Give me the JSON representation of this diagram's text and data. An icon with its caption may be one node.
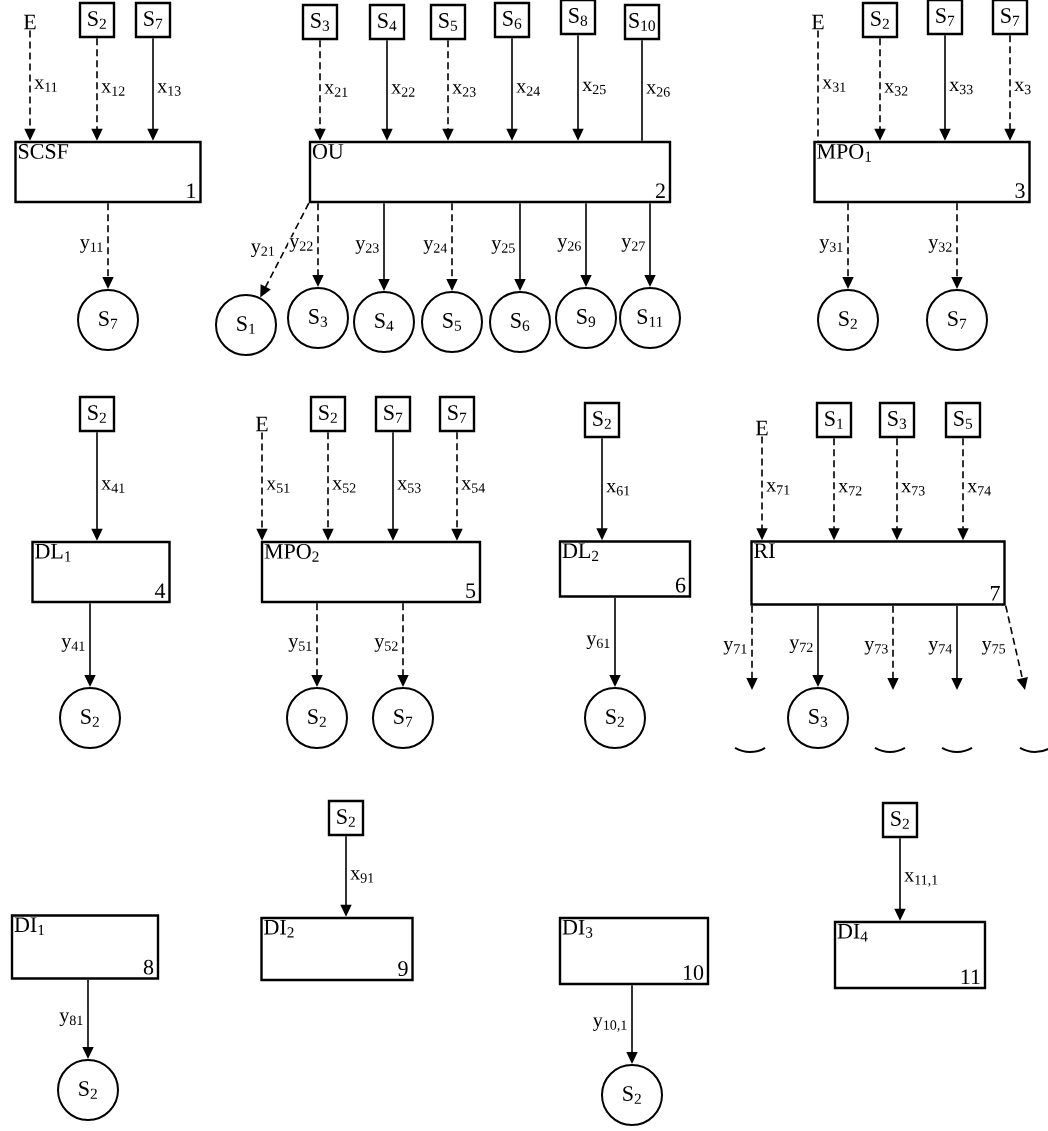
{
  "diagram": {
    "nodes": [
      {
        "text": [
          "E"
        ]
      },
      {
        "text": [
          "S$_{2}$"
        ]
      },
      {
        "text": [
          "S$_{7}$"
        ]
      },
      {
        "text": [
          "SCSF",
          "1"
        ]
      },
      {
        "text": [
          "S$_{7}$"
        ]
      },
      {
        "text": [
          "S$_{3}$"
        ]
      },
      {
        "text": [
          "S$_{4}$"
        ]
      },
      {
        "text": [
          "S$_{5}$"
        ]
      },
      {
        "text": [
          "S$_{6}$"
        ]
      },
      {
        "text": [
          "S$_{8}$"
        ]
      },
      {
        "text": [
          "S$_{10}$"
        ]
      },
      {
        "text": [
          "OU",
          "2"
        ]
      },
      {
        "text": [
          "S$_{1}$"
        ]
      },
      {
        "text": [
          "S$_{3}$"
        ]
      },
      {
        "text": [
          "S$_{4}$"
        ]
      },
      {
        "text": [
          "S$_{5}$"
        ]
      },
      {
        "text": [
          "S$_{6}$"
        ]
      },
      {
        "text": [
          "S$_{9}$"
        ]
      },
      {
        "text": [
          "S$_{11}$"
        ]
      },
      {
        "text": [
          "E"
        ]
      },
      {
        "text": [
          "S$_{2}$"
        ]
      },
      {
        "text": [
          "S$_{7}$"
        ]
      },
      {
        "text": [
          "S$_{7}$"
        ]
      },
      {
        "text": [
          "MPO$_{1}$",
          "3"
        ]
      },
      {
        "text": [
          "S$_{2}$"
        ]
      },
      {
        "text": [
          "S$_{7}$"
        ]
      },
      {
        "text": [
          "S$_{2}$"
        ]
      },
      {
        "text": [
          "DL$_{1}$",
          "4"
        ]
      },
      {
        "text": [
          "S$_{2}$"
        ]
      },
      {
        "text": [
          "E"
        ]
      },
      {
        "text": [
          "S$_{2}$"
        ]
      },
      {
        "text": [
          "S$_{7}$"
        ]
      },
      {
        "text": [
          "S$_{7}$"
        ]
      },
      {
        "text": [
          "MPO$_{2}$",
          "5"
        ]
      },
      {
        "text": [
          "S$_{2}$"
        ]
      },
      {
        "text": [
          "S$_{7}$"
        ]
      },
      {
        "text": [
          "S$_{2}$"
        ]
      },
      {
        "text": [
          "DL$_{2}$",
          "6"
        ]
      },
      {
        "text": [
          "S$_{2}$"
        ]
      },
      {
        "text": [
          "E"
        ]
      },
      {
        "text": [
          "S$_{1}$"
        ]
      },
      {
        "text": [
          "S$_{3}$"
        ]
      },
      {
        "text": [
          "S$_{5}$"
        ]
      },
      {
        "text": [
          "RI",
          "7"
        ]
      },
      {
        "text": [
          "S$_{3}$"
        ]
      },
      {
        "text": [
          "DI$_{1}$",
          "8"
        ]
      },
      {
        "text": [
          "S$_{2}$"
        ]
      },
      {
        "text": [
          "S$_{2}$"
        ]
      },
      {
        "text": [
          "DI$_{2}$",
          "9"
        ]
      },
      {
        "text": [
          "DI$_{3}$",
          "10"
        ]
      },
      {
        "text": [
          "S$_{2}$"
        ]
      },
      {
        "text": [
          "S$_{2}$"
        ]
      },
      {
        "text": [
          "DI$_{4}$",
          "11"
        ]
      }
    ],
    "edges": [
      {
        "from": 0,
        "to": 3,
        "arrow": "to",
        "label": "x$_{11}$",
        "style": "dashed"
      },
      {
        "from": 1,
        "to": 3,
        "arrow": "to",
        "label": "x$_{12}$",
        "style": "dashed"
      },
      {
        "from": 2,
        "to": 3,
        "arrow": "to",
        "label": "x$_{13}$"
      },
      {
        "from": 3,
        "to": 4,
        "arrow": "to",
        "label": "y$_{11}$",
        "style": "dashed"
      },
      {
        "from": 5,
        "to": 11,
        "arrow": "to",
        "label": "x$_{21}$",
        "style": "dashed"
      },
      {
        "from": 6,
        "to": 11,
        "arrow": "to",
        "label": "x$_{22}$"
      },
      {
        "from": 7,
        "to": 11,
        "arrow": "to",
        "label": "x$_{23}$",
        "style": "dashed"
      },
      {
        "from": 8,
        "to": 11,
        "arrow": "to",
        "label": "x$_{24}$"
      },
      {
        "from": 9,
        "to": 11,
        "arrow": "to",
        "label": "x$_{25}$"
      },
      {
        "from": 10,
        "to": 11,
        "arrow": "none",
        "label": "x$_{26}$"
      },
      {
        "from": 11,
        "to": 12,
        "arrow": "to",
        "label": "y$_{21}$",
        "style": "dashed"
      },
      {
        "from": 11,
        "to": 13,
        "arrow": "to",
        "label": "y$_{22}$",
        "style": "dashed"
      },
      {
        "from": 11,
        "to": 14,
        "arrow": "to",
        "label": "y$_{23}$"
      },
      {
        "from": 11,
        "to": 15,
        "arrow": "to",
        "label": "y$_{24}$",
        "style": "dashed"
      },
      {
        "from": 11,
        "to": 16,
        "arrow": "to",
        "label": "y$_{25}$"
      },
      {
        "from": 11,
        "to": 17,
        "arrow": "to",
        "label": "y$_{26}$"
      },
      {
        "from": 11,
        "to": 18,
        "arrow": "to",
        "label": "y$_{27}$"
      },
      {
        "from": 19,
        "to": 23,
        "arrow": "none",
        "label": "x$_{31}$",
        "style": "dashed"
      },
      {
        "from": 20,
        "to": 23,
        "arrow": "to",
        "label": "x$_{32}$",
        "style": "dashed"
      },
      {
        "from": 21,
        "to": 23,
        "arrow": "to",
        "label": "x$_{33}$"
      },
      {
        "from": 22,
        "to": 23,
        "arrow": "to",
        "label": "x$_{3}$",
        "style": "dashed"
      },
      {
        "from": 23,
        "to": 24,
        "arrow": "to",
        "label": "y$_{31}$",
        "style": "dashed"
      },
      {
        "from": 23,
        "to": 25,
        "arrow": "to",
        "label": "y$_{32}$",
        "style": "dashed"
      },
      {
        "from": 26,
        "to": 27,
        "arrow": "to",
        "label": "x$_{41}$"
      },
      {
        "from": 27,
        "to": 28,
        "arrow": "to",
        "label": "y$_{41}$"
      },
      {
        "from": 29,
        "to": 33,
        "arrow": "to",
        "label": "x$_{51}$",
        "style": "dashed"
      },
      {
        "from": 30,
        "to": 33,
        "arrow": "to",
        "label": "x$_{52}$",
        "style": "dashed"
      },
      {
        "from": 31,
        "to": 33,
        "arrow": "to",
        "label": "x$_{53}$"
      },
      {
        "from": 32,
        "to": 33,
        "arrow": "to",
        "label": "x$_{54}$",
        "style": "dashed"
      },
      {
        "from": 33,
        "to": 34,
        "arrow": "to",
        "label": "y$_{51}$",
        "style": "dashed"
      },
      {
        "from": 33,
        "to": 35,
        "arrow": "to",
        "label": "y$_{52}$",
        "style": "dashed"
      },
      {
        "from": 36,
        "to": 37,
        "arrow": "to",
        "label": "x$_{61}$"
      },
      {
        "from": 37,
        "to": 38,
        "arrow": "to",
        "label": "y$_{61}$"
      },
      {
        "from": 39,
        "to": 43,
        "arrow": "to",
        "label": "x$_{71}$",
        "style": "dashed"
      },
      {
        "from": 40,
        "to": 43,
        "arrow": "to",
        "label": "x$_{72}$",
        "style": "dashed"
      },
      {
        "from": 41,
        "to": 43,
        "arrow": "to",
        "label": "x$_{73}$",
        "style": "dashed"
      },
      {
        "from": 42,
        "to": 43,
        "arrow": "to",
        "label": "x$_{74}$",
        "style": "dashed"
      },
      {
        "from": 43,
        "to": null,
        "arrow": "to",
        "label": "y$_{71}$",
        "style": "dashed"
      },
      {
        "from": 43,
        "to": 44,
        "arrow": "to",
        "label": "y$_{72}$"
      },
      {
        "from": 43,
        "to": null,
        "arrow": "to",
        "label": "y$_{73}$",
        "style": "dashed"
      },
      {
        "from": 43,
        "to": null,
        "arrow": "to",
        "label": "y$_{74}$"
      },
      {
        "from": 43,
        "to": null,
        "arrow": "to",
        "label": "y$_{75}$",
        "style": "dashed"
      },
      {
        "from": 45,
        "to": 46,
        "arrow": "to",
        "label": "y$_{81}$"
      },
      {
        "from": 47,
        "to": 48,
        "arrow": "to",
        "label": "x$_{91}$"
      },
      {
        "from": 49,
        "to": 50,
        "arrow": "to",
        "label": "y$_{10,1}$"
      },
      {
        "from": 51,
        "to": 52,
        "arrow": "to",
        "label": "x$_{11,1}$"
      }
    ]
  }
}
